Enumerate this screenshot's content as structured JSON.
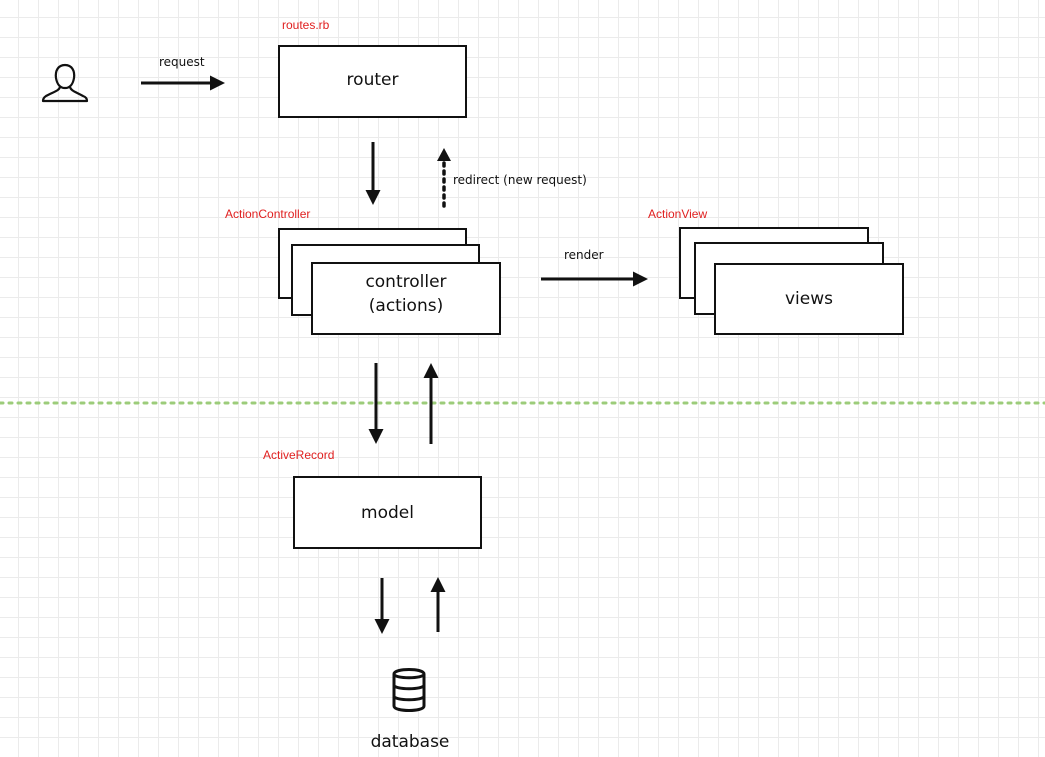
{
  "labels": {
    "router_file": "routes.rb",
    "action_controller": "ActionController",
    "action_view": "ActionView",
    "active_record": "ActiveRecord"
  },
  "nodes": {
    "router": "router",
    "controller_line1": "controller",
    "controller_line2": "(actions)",
    "views": "views",
    "model": "model",
    "database": "database"
  },
  "edges": {
    "request": "request",
    "redirect": "redirect (new request)",
    "render": "render"
  },
  "colors": {
    "annotation": "#e02020",
    "divider": "#9ccc7a",
    "stroke": "#111111"
  },
  "icons": {
    "user": "user-icon",
    "database": "database-icon"
  }
}
